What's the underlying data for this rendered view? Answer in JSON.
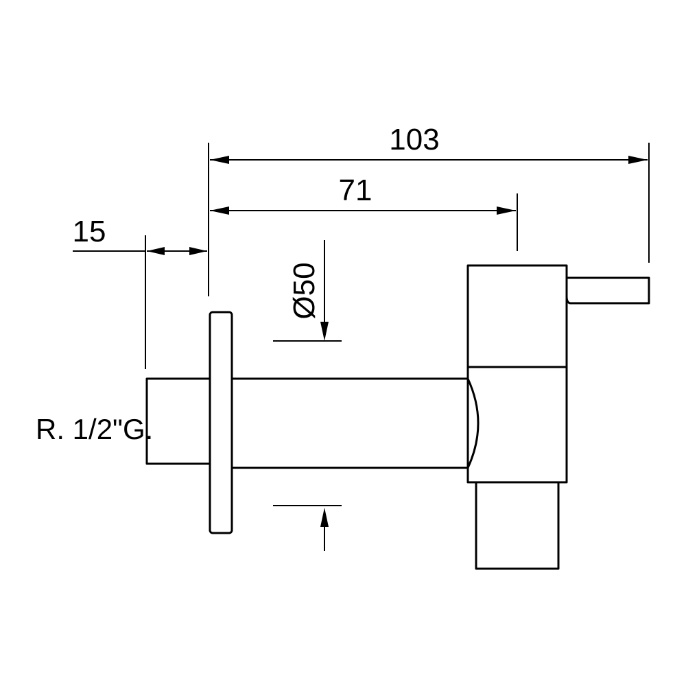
{
  "drawing": {
    "dimensions": {
      "overall_length": "103",
      "body_length": "71",
      "thread_length": "15",
      "diameter": "Ø50"
    },
    "thread_spec": "R. 1/2\"G."
  }
}
